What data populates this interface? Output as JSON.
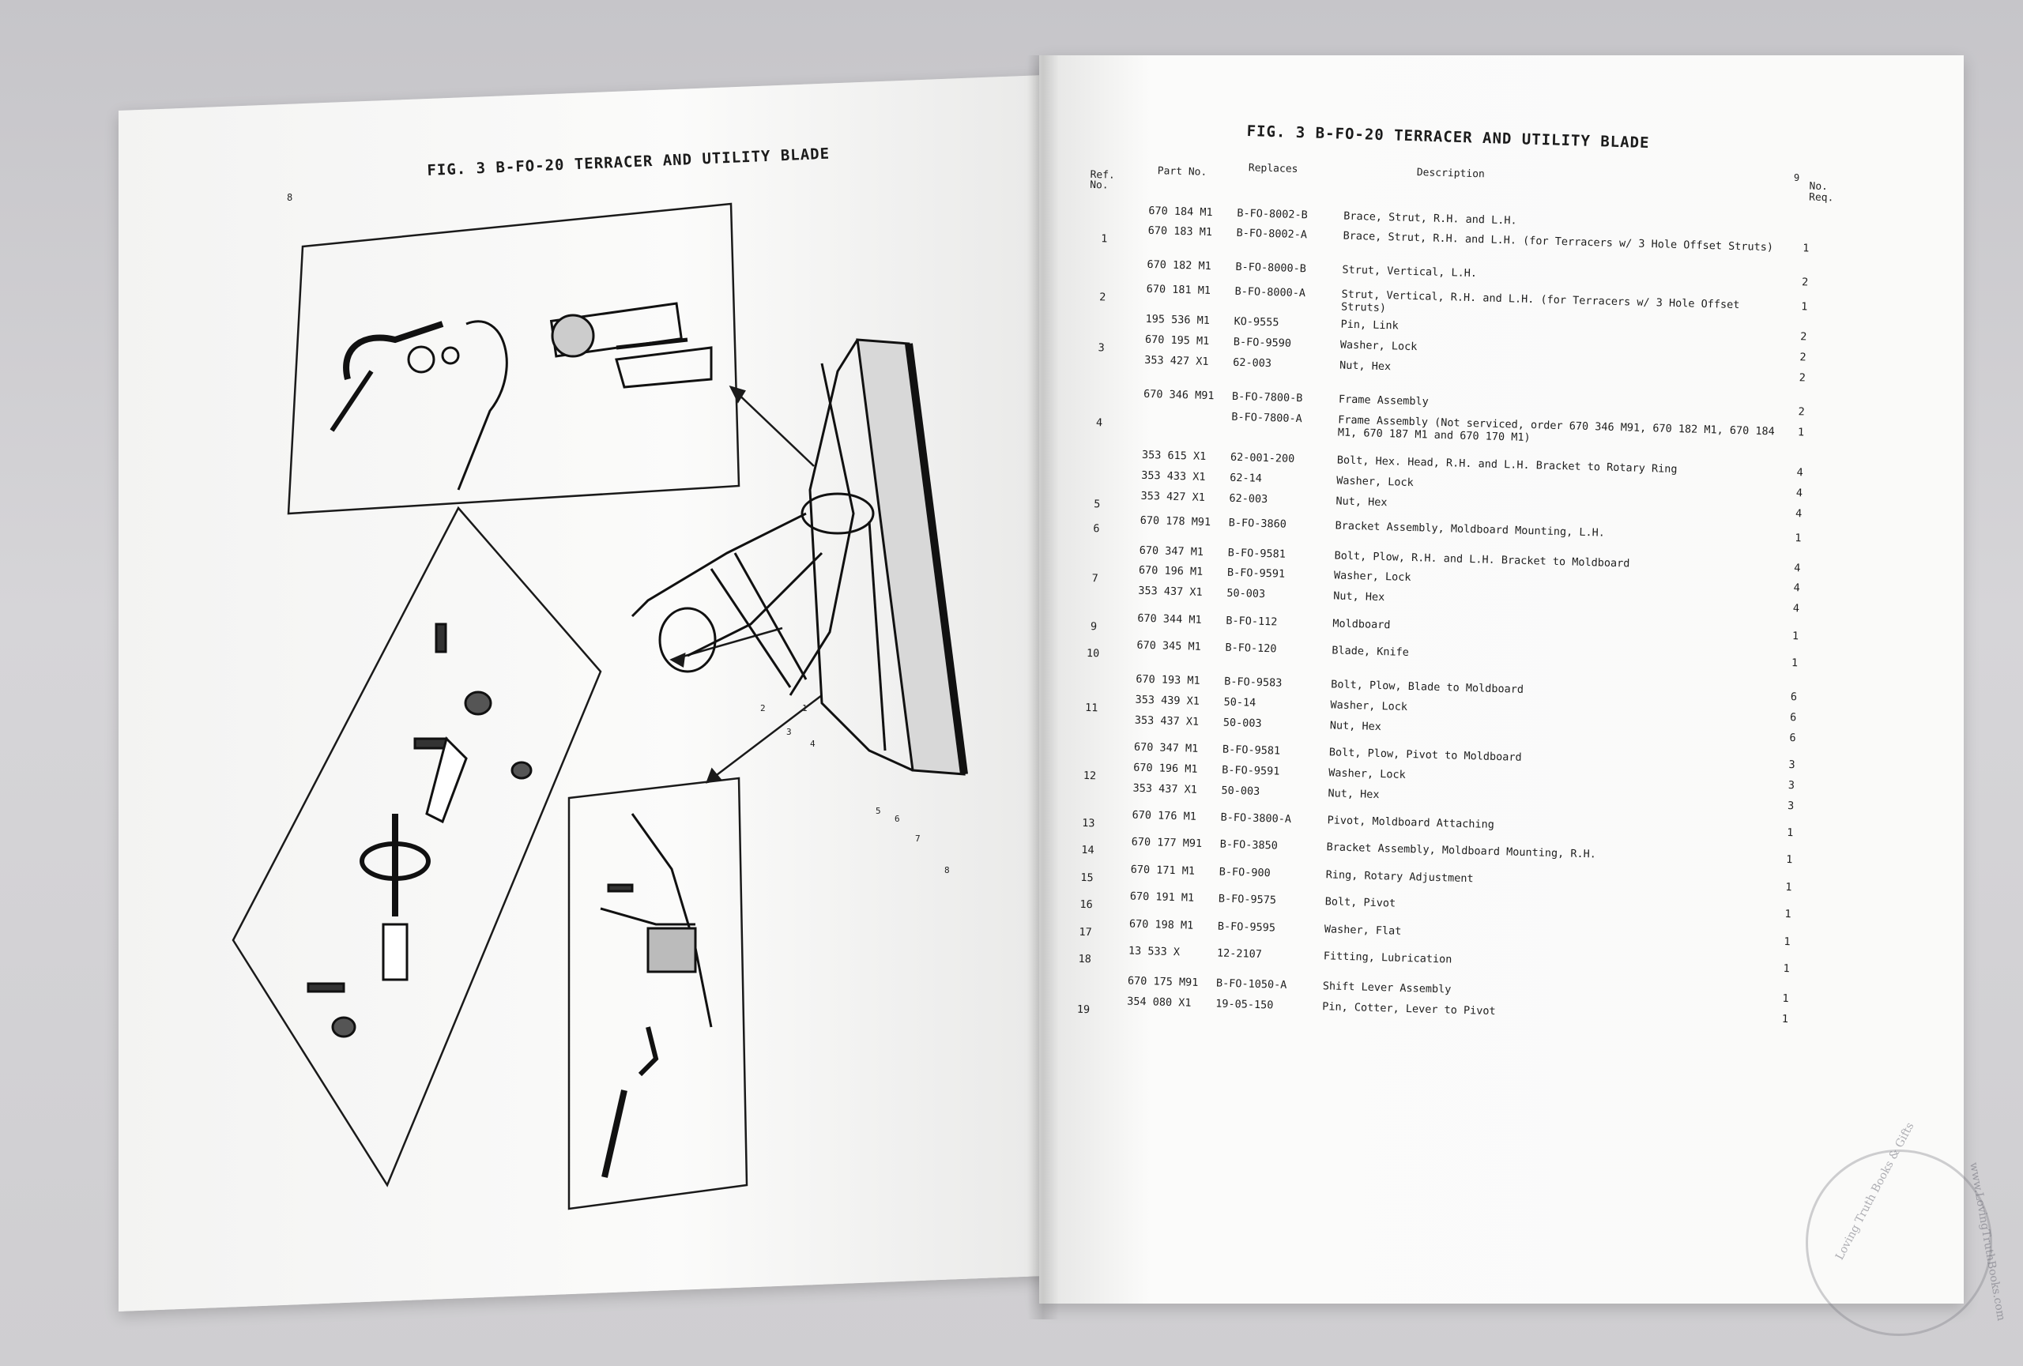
{
  "left_page": {
    "page_number": "8",
    "title": "FIG. 3  B-FO-20 TERRACER AND UTILITY BLADE"
  },
  "right_page": {
    "page_number": "9",
    "title": "FIG. 3  B-FO-20 TERRACER AND UTILITY BLADE",
    "headers": {
      "ref": "Ref. No.",
      "part_no": "Part No.",
      "replaces": "Replaces",
      "description": "Description",
      "qty": "No. Req."
    },
    "rows": [
      {
        "ref": "",
        "part": "670 184 M1",
        "replaces": "B-FO-8002-B",
        "desc": "Brace, Strut, R.H. and L.H.",
        "qty": ""
      },
      {
        "ref": "1",
        "part": "670 183 M1",
        "replaces": "B-FO-8002-A",
        "desc": "Brace, Strut, R.H. and L.H. (for Terracers w/ 3 Hole Offset Struts)",
        "qty": "1"
      },
      {
        "ref": "",
        "part": "670 182 M1",
        "replaces": "B-FO-8000-B",
        "desc": "Strut, Vertical, L.H.",
        "qty": "2"
      },
      {
        "ref": "2",
        "part": "670 181 M1",
        "replaces": "B-FO-8000-A",
        "desc": "Strut, Vertical, R.H. and L.H. (for Terracers w/ 3 Hole Offset Struts)",
        "qty": "1"
      },
      {
        "ref": "",
        "part": "195 536 M1",
        "replaces": "KO-9555",
        "desc": "Pin, Link",
        "qty": "2"
      },
      {
        "ref": "3",
        "part": "670 195 M1",
        "replaces": "B-FO-9590",
        "desc": "Washer, Lock",
        "qty": "2"
      },
      {
        "ref": "",
        "part": "353 427 X1",
        "replaces": "62-003",
        "desc": "Nut, Hex",
        "qty": "2"
      },
      {
        "ref": "",
        "part": "670 346 M91",
        "replaces": "B-FO-7800-B",
        "desc": "Frame Assembly",
        "qty": "2"
      },
      {
        "ref": "4",
        "part": "",
        "replaces": "B-FO-7800-A",
        "desc": "Frame Assembly (Not serviced, order 670 346 M91, 670 182 M1, 670 184 M1, 670 187 M1 and 670 170 M1)",
        "qty": "1"
      },
      {
        "ref": "",
        "part": "353 615 X1",
        "replaces": "62-001-200",
        "desc": "Bolt, Hex. Head, R.H. and L.H. Bracket to Rotary Ring",
        "qty": "4"
      },
      {
        "ref": "",
        "part": "353 433 X1",
        "replaces": "62-14",
        "desc": "Washer, Lock",
        "qty": "4"
      },
      {
        "ref": "5",
        "part": "353 427 X1",
        "replaces": "62-003",
        "desc": "Nut, Hex",
        "qty": "4"
      },
      {
        "ref": "6",
        "part": "670 178 M91",
        "replaces": "B-FO-3860",
        "desc": "Bracket Assembly, Moldboard Mounting, L.H.",
        "qty": "1"
      },
      {
        "ref": "",
        "part": "670 347 M1",
        "replaces": "B-FO-9581",
        "desc": "Bolt, Plow, R.H. and L.H. Bracket to Moldboard",
        "qty": "4"
      },
      {
        "ref": "7",
        "part": "670 196 M1",
        "replaces": "B-FO-9591",
        "desc": "Washer, Lock",
        "qty": "4"
      },
      {
        "ref": "",
        "part": "353 437 X1",
        "replaces": "50-003",
        "desc": "Nut, Hex",
        "qty": "4"
      },
      {
        "ref": "9",
        "part": "670 344 M1",
        "replaces": "B-FO-112",
        "desc": "Moldboard",
        "qty": "1"
      },
      {
        "ref": "10",
        "part": "670 345 M1",
        "replaces": "B-FO-120",
        "desc": "Blade, Knife",
        "qty": "1"
      },
      {
        "ref": "",
        "part": "670 193 M1",
        "replaces": "B-FO-9583",
        "desc": "Bolt, Plow, Blade to Moldboard",
        "qty": "6"
      },
      {
        "ref": "11",
        "part": "353 439 X1",
        "replaces": "50-14",
        "desc": "Washer, Lock",
        "qty": "6"
      },
      {
        "ref": "",
        "part": "353 437 X1",
        "replaces": "50-003",
        "desc": "Nut, Hex",
        "qty": "6"
      },
      {
        "ref": "",
        "part": "670 347 M1",
        "replaces": "B-FO-9581",
        "desc": "Bolt, Plow, Pivot to Moldboard",
        "qty": "3"
      },
      {
        "ref": "12",
        "part": "670 196 M1",
        "replaces": "B-FO-9591",
        "desc": "Washer, Lock",
        "qty": "3"
      },
      {
        "ref": "",
        "part": "353 437 X1",
        "replaces": "50-003",
        "desc": "Nut, Hex",
        "qty": "3"
      },
      {
        "ref": "13",
        "part": "670 176 M1",
        "replaces": "B-FO-3800-A",
        "desc": "Pivot, Moldboard Attaching",
        "qty": "1"
      },
      {
        "ref": "14",
        "part": "670 177 M91",
        "replaces": "B-FO-3850",
        "desc": "Bracket Assembly, Moldboard Mounting, R.H.",
        "qty": "1"
      },
      {
        "ref": "15",
        "part": "670 171 M1",
        "replaces": "B-FO-900",
        "desc": "Ring, Rotary Adjustment",
        "qty": "1"
      },
      {
        "ref": "16",
        "part": "670 191 M1",
        "replaces": "B-FO-9575",
        "desc": "Bolt, Pivot",
        "qty": "1"
      },
      {
        "ref": "17",
        "part": "670 198 M1",
        "replaces": "B-FO-9595",
        "desc": "Washer, Flat",
        "qty": "1"
      },
      {
        "ref": "18",
        "part": "13 533 X",
        "replaces": "12-2107",
        "desc": "Fitting, Lubrication",
        "qty": "1"
      },
      {
        "ref": "",
        "part": "670 175 M91",
        "replaces": "B-FO-1050-A",
        "desc": "Shift Lever Assembly",
        "qty": "1"
      },
      {
        "ref": "19",
        "part": "354 080 X1",
        "replaces": "19-05-150",
        "desc": "Pin, Cotter, Lever to Pivot",
        "qty": "1"
      }
    ]
  },
  "watermark": {
    "brand": "Loving Truth Books & Gifts",
    "url": "www.LovingTruthBooks.com"
  }
}
